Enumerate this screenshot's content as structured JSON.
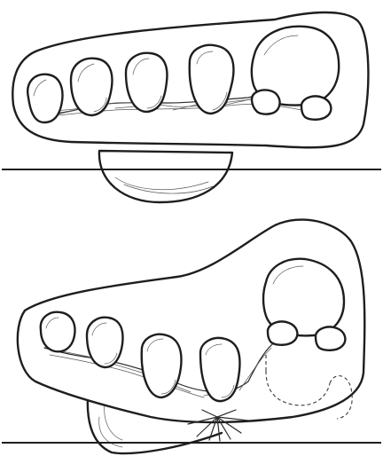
{
  "figure": {
    "panels": [
      {
        "id": "upper",
        "subject": "dental-model",
        "mandible_present": true,
        "contact_rays": false
      },
      {
        "id": "lower",
        "subject": "dental-model",
        "mandible_present": true,
        "contact_rays": true,
        "outline_dashed": true
      }
    ],
    "colors": {
      "ink": "#1e1e1e",
      "paper": "#ffffff"
    }
  }
}
